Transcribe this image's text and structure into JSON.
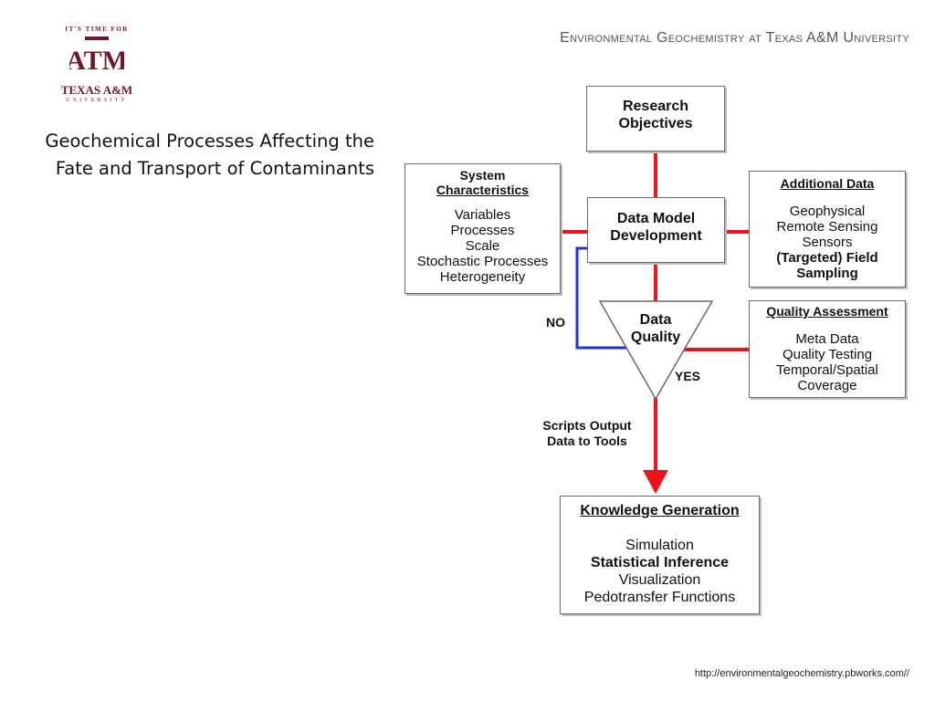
{
  "logo": {
    "tagline": "IT'S TIME FOR",
    "monogram": "ATM",
    "name": "TEXAS A&M",
    "university": "UNIVERSITY"
  },
  "header": {
    "title": "Environmental Geochemistry at Texas A&M University"
  },
  "slide": {
    "title_line1": "Geochemical Processes Affecting the",
    "title_line2": "Fate and Transport of Contaminants"
  },
  "diagram": {
    "research": {
      "line1": "Research",
      "line2": "Objectives"
    },
    "system": {
      "heading_line1": "System",
      "heading_line2": "Characteristics",
      "items": [
        "Variables",
        "Processes",
        "Scale",
        "Stochastic Processes",
        "Heterogeneity"
      ]
    },
    "model": {
      "line1": "Data Model",
      "line2": "Development"
    },
    "additional": {
      "heading": "Additional Data",
      "items": [
        "Geophysical",
        "Remote Sensing",
        "Sensors",
        "(Targeted) Field",
        "Sampling"
      ]
    },
    "quality_decision": {
      "line1": "Data",
      "line2": "Quality"
    },
    "no_label": "NO",
    "yes_label": "YES",
    "assessment": {
      "heading": "Quality Assessment",
      "items": [
        "Meta Data",
        "Quality Testing",
        "Temporal/Spatial",
        "Coverage"
      ]
    },
    "scripts": {
      "line1": "Scripts Output",
      "line2": "Data to Tools"
    },
    "knowledge": {
      "heading": "Knowledge Generation",
      "items": [
        "Simulation",
        "Statistical Inference",
        "Visualization",
        "Pedotransfer Functions"
      ]
    },
    "colors": {
      "red_connector": "#e8151a",
      "blue_connector": "#1f33d6",
      "box_border": "#6a6a6a"
    }
  },
  "footer": {
    "url": "http://environmentalgeochemistry.pbworks.com//"
  }
}
